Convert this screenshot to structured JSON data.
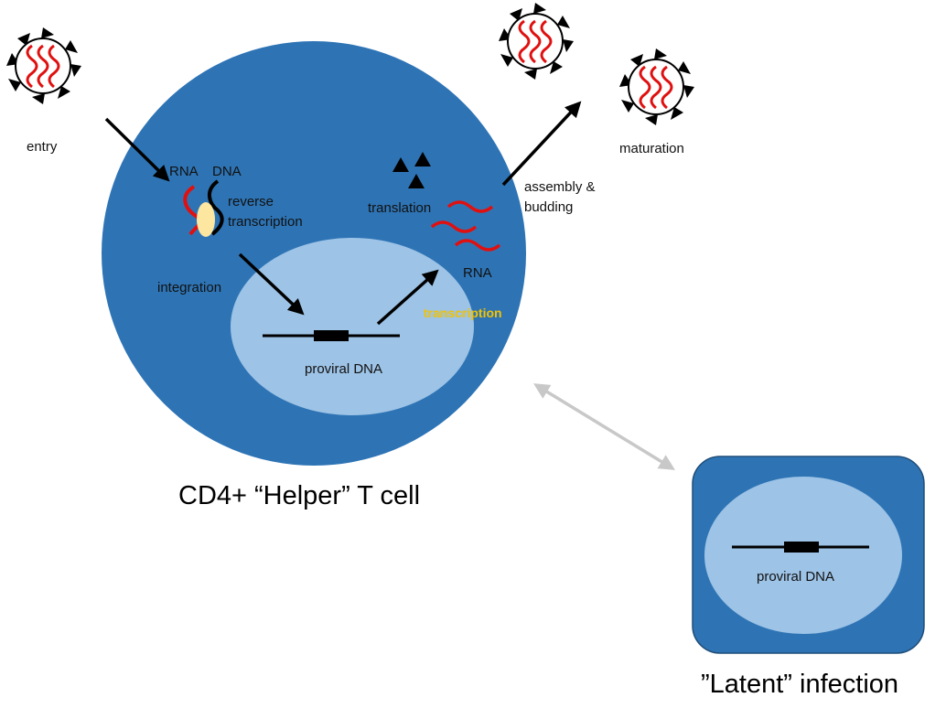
{
  "colors": {
    "cell_outer": "#2e74b5",
    "nucleus": "#9dc3e6",
    "rna": "#e01010",
    "dna": "#000000",
    "enzyme": "#fde6a0",
    "transcription_label": "#f2c200",
    "double_arrow": "#c8c8c8"
  },
  "labels": {
    "entry": "entry",
    "rna_top": "RNA",
    "dna_top": "DNA",
    "reverse_transcription_1": "reverse",
    "reverse_transcription_2": "transcription",
    "integration": "integration",
    "proviral_dna": "proviral DNA",
    "transcription": "transcription",
    "rna": "RNA",
    "translation": "translation",
    "assembly_1": "assembly &",
    "assembly_2": "budding",
    "maturation": "maturation",
    "cell_title": "CD4+ “Helper” T cell",
    "latent_proviral_dna": "proviral DNA",
    "latent_title": "”Latent” infection"
  }
}
